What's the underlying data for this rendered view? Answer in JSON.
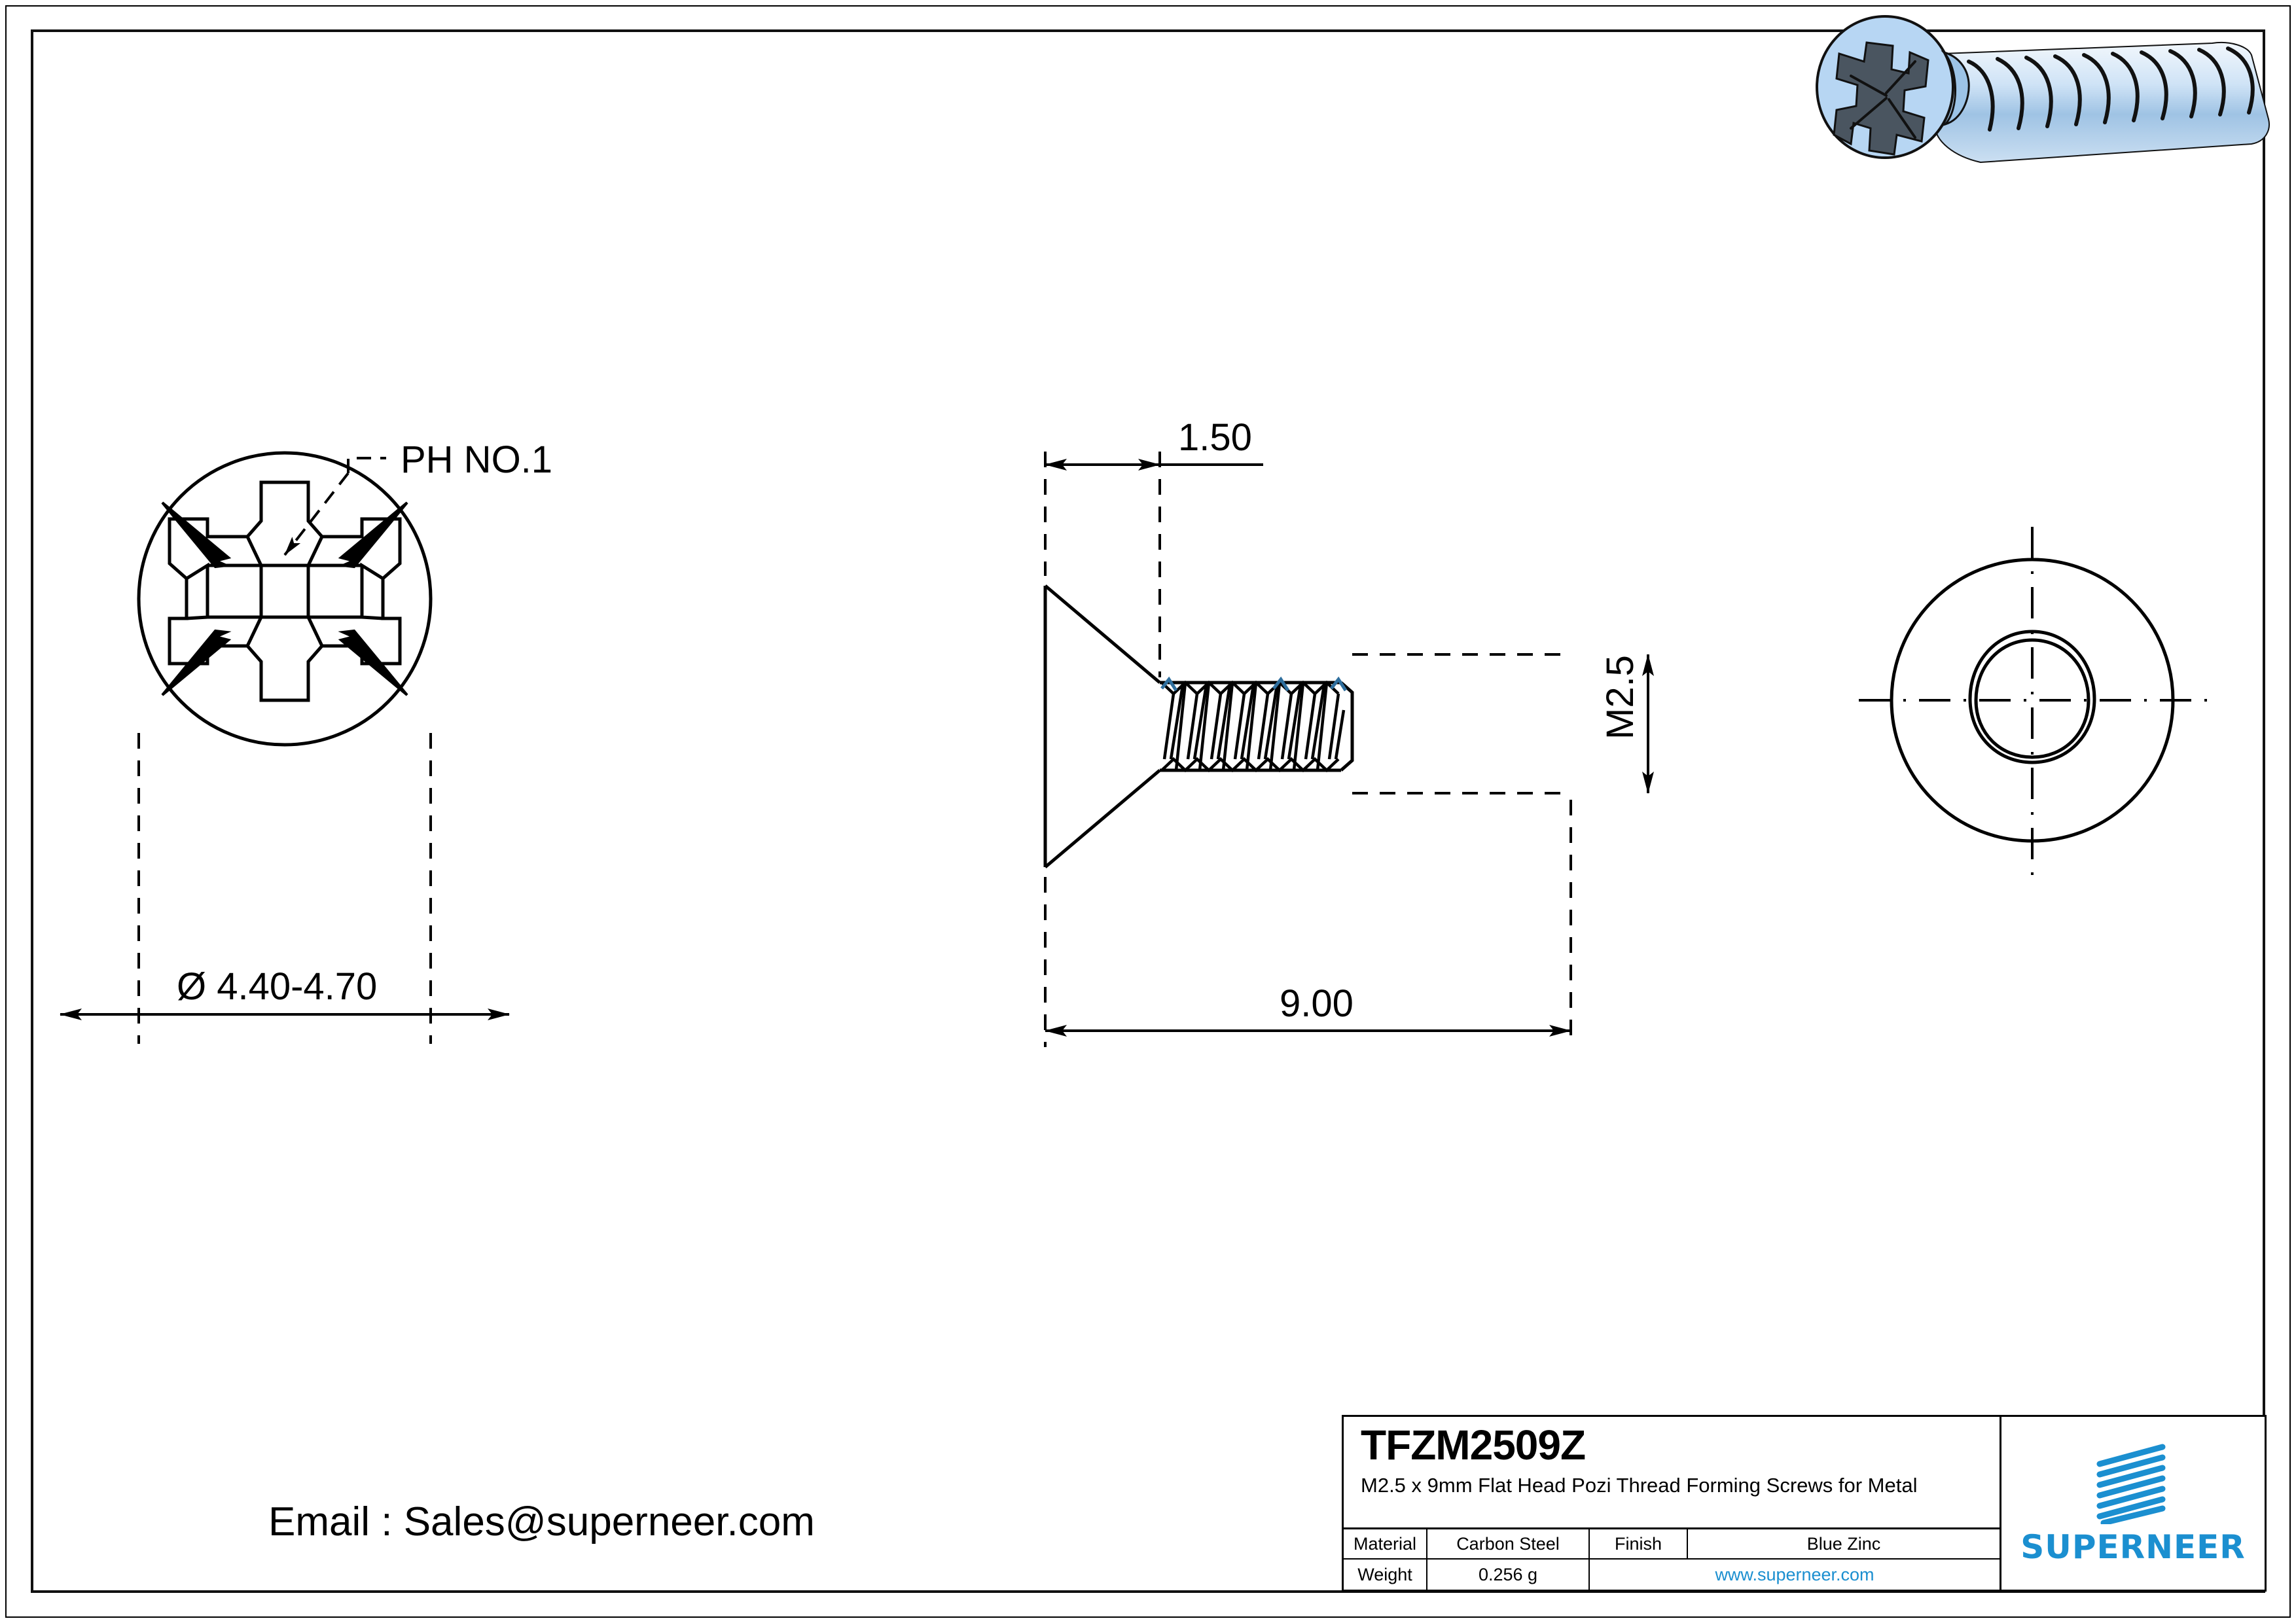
{
  "sheet": {
    "background": "#ffffff",
    "line_color": "#000000",
    "accent_blue": "#1b8fd0",
    "render_head_blue": "#b7d6f3"
  },
  "views": {
    "head_view": {
      "name": "head-end-view",
      "callout": "PH NO.1",
      "diameter_dim": "Ø 4.40-4.70",
      "recess_type": "pozidriv-cross-recess"
    },
    "side_view": {
      "name": "side-elevation-view",
      "head_height_dim": "1.50",
      "length_dim": "9.00",
      "thread_dim": "M2.5"
    },
    "point_view": {
      "name": "point-end-view",
      "shape": "trilobular-lobe"
    },
    "iso_render": {
      "name": "isometric-screw-render"
    }
  },
  "title_block": {
    "part_number": "TFZM2509Z",
    "description": "M2.5 x 9mm Flat Head Pozi Thread Forming Screws for Metal",
    "material_label": "Material",
    "material_value": "Carbon Steel",
    "finish_label": "Finish",
    "finish_value": "Blue Zinc",
    "weight_label": "Weight",
    "weight_value": "0.256 g",
    "website": "www.superneer.com",
    "brand": "SUPERNEER"
  },
  "footer": {
    "email": "Email : Sales@superneer.com"
  },
  "chart_data": {
    "type": "table",
    "title": "TFZM2509Z",
    "categories": [
      "Material",
      "Finish",
      "Weight"
    ],
    "values": [
      "Carbon Steel",
      "Blue Zinc",
      "0.256 g"
    ],
    "dimensions": {
      "head_diameter_mm": "4.40-4.70",
      "head_height_mm": "1.50",
      "overall_length_mm": "9.00",
      "thread_size": "M2.5",
      "drive": "PH NO.1"
    }
  }
}
